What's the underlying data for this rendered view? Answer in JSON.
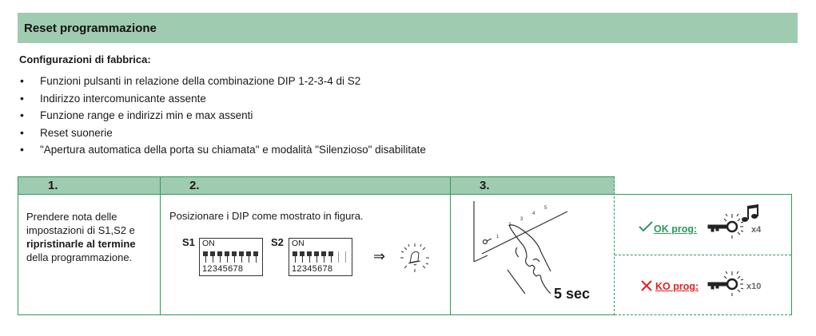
{
  "header": {
    "title": "Reset programmazione"
  },
  "factory": {
    "title": "Configurazioni di fabbrica:",
    "items": [
      "Funzioni pulsanti in relazione della combinazione DIP 1-2-3-4 di S2",
      "Indirizzo intercomunicante assente",
      "Funzione range e indirizzi min e max assenti",
      "Reset suonerie",
      "\"Apertura automatica della porta su chiamata\" e modalità \"Silenzioso\" disabilitate"
    ]
  },
  "steps": {
    "labels": [
      "1.",
      "2.",
      "3."
    ],
    "step1": {
      "text_a": "Prendere nota delle impostazioni di S1,S2 e ",
      "text_bold": "ripristinarle al termine",
      "text_b": " della programmazione."
    },
    "step2": {
      "text": "Posizionare i DIP come mostrato in figura.",
      "s1_label": "S1",
      "s2_label": "S2",
      "on_label": "ON",
      "dip_numbers": "12345678",
      "arrow": "⇒"
    },
    "step3": {
      "duration": "5 sec"
    }
  },
  "result": {
    "ok_label": "OK prog:",
    "ok_count": "x4",
    "ko_label": "KO prog:",
    "ko_count": "x10",
    "ok_color": "#2c9a5c",
    "ko_color": "#e02020"
  },
  "colors": {
    "header_bg": "#9fcbb0",
    "border": "#2c9a5c"
  }
}
